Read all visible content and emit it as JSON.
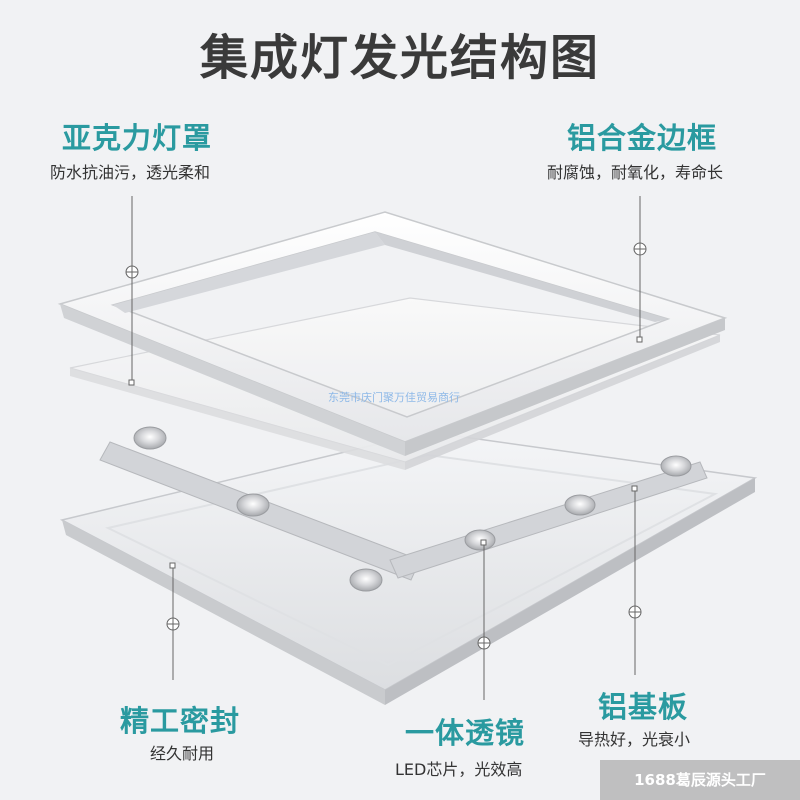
{
  "title": "集成灯发光结构图",
  "callouts": {
    "acrylic": {
      "label": "亚克力灯罩",
      "desc": "防水抗油污，透光柔和"
    },
    "frame": {
      "label": "铝合金边框",
      "desc": "耐腐蚀，耐氧化，寿命长"
    },
    "seal": {
      "label": "精工密封",
      "desc": "经久耐用"
    },
    "lens": {
      "label": "一体透镜",
      "desc": "LED芯片，光效高"
    },
    "board": {
      "label": "铝基板",
      "desc": "导热好，光衰小"
    }
  },
  "watermark": "东莞市庆门聚万佳贸易商行",
  "footer_tag": "1688葛辰源头工厂",
  "colors": {
    "accent": "#2a9aa0",
    "title": "#3a3a3a",
    "background": "#f1f2f4"
  }
}
